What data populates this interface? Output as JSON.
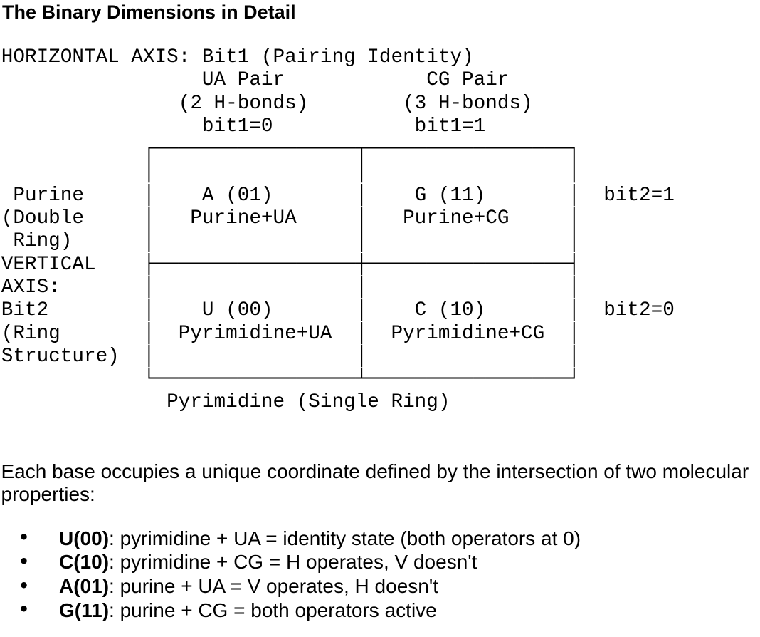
{
  "page": {
    "background_color": "#ffffff",
    "text_color": "#000000"
  },
  "heading": {
    "text": "The Binary Dimensions in Detail"
  },
  "ascii_art": {
    "description": "2x2 binary matrix of RNA bases by pairing identity (bit1) and ring structure (bit2)",
    "lines": [
      "HORIZONTAL AXIS: Bit1 (Pairing Identity)",
      "                 UA Pair            CG Pair",
      "               (2 H-bonds)        (3 H-bonds)",
      "                 bit1=0            bit1=1",
      "            ┌─────────────────┬─────────────────┐",
      "            │                 │                 │",
      " Purine     │    A (01)       │    G (11)       │  bit2=1",
      "(Double     │   Purine+UA     │   Purine+CG     │",
      " Ring)      │                 │                 │",
      "VERTICAL    ├─────────────────┼─────────────────┤",
      "AXIS:       │                 │                 │",
      "Bit2        │    U (00)       │    C (10)       │  bit2=0",
      "(Ring       │  Pyrimidine+UA  │  Pyrimidine+CG  │",
      "Structure)  │                 │                 │",
      "            └─────────────────┴─────────────────┘",
      "              Pyrimidine (Single Ring)"
    ]
  },
  "paragraph": {
    "lines": [
      "Each base occupies a unique coordinate defined by the intersection of two molecular",
      "properties:"
    ]
  },
  "bullets": {
    "marker": "•",
    "items": [
      {
        "label": "U(00)",
        "text": ": pyrimidine + UA = identity state (both operators at 0)"
      },
      {
        "label": "C(10)",
        "text": ": pyrimidine + CG = H operates, V doesn't"
      },
      {
        "label": "A(01)",
        "text": ": purine + UA = V operates, H doesn't"
      },
      {
        "label": "G(11)",
        "text": ": purine + CG = both operators active"
      }
    ]
  }
}
